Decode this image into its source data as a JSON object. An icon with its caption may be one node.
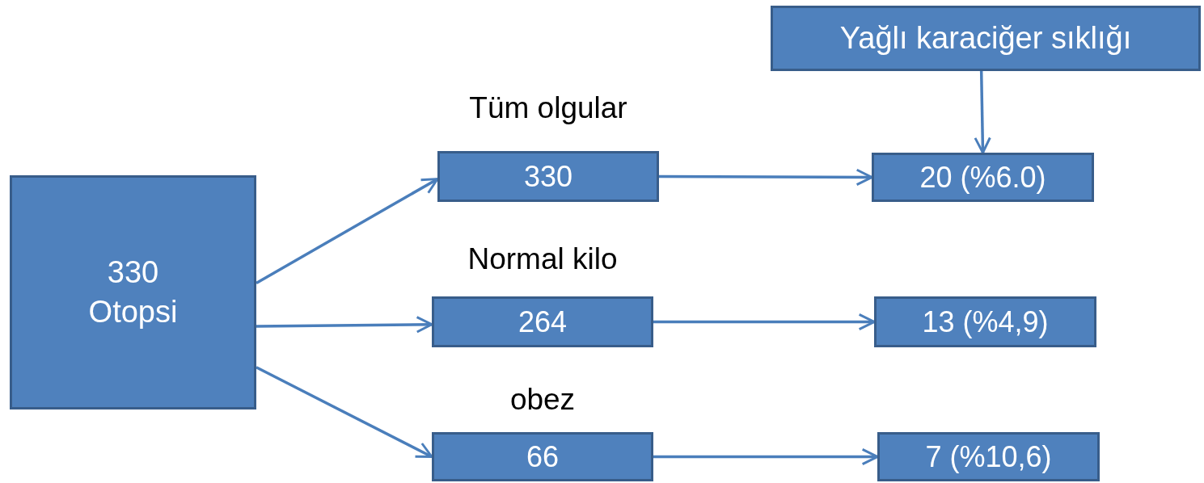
{
  "diagram": {
    "nodes": [
      {
        "text": [
          "330 Otopsi"
        ]
      },
      {
        "text": [
          "Tüm olgular",
          "330"
        ]
      },
      {
        "text": [
          "Normal kilo",
          "264"
        ]
      },
      {
        "text": [
          "obez",
          "66"
        ]
      },
      {
        "text": [
          "20 (%6.0)"
        ]
      },
      {
        "text": [
          "13 (%4,9)"
        ]
      },
      {
        "text": [
          "7 (%10,6)"
        ]
      },
      {
        "text": [
          "Yağlı karaciğer sıklığı"
        ]
      }
    ],
    "edges": [
      {
        "from": 0,
        "to": 1,
        "arrow": "to"
      },
      {
        "from": 0,
        "to": 2,
        "arrow": "to"
      },
      {
        "from": 0,
        "to": 3,
        "arrow": "to"
      },
      {
        "from": 1,
        "to": 4,
        "arrow": "to"
      },
      {
        "from": 2,
        "to": 5,
        "arrow": "to"
      },
      {
        "from": 3,
        "to": 6,
        "arrow": "to"
      },
      {
        "from": 7,
        "to": 4,
        "arrow": "to"
      }
    ]
  }
}
